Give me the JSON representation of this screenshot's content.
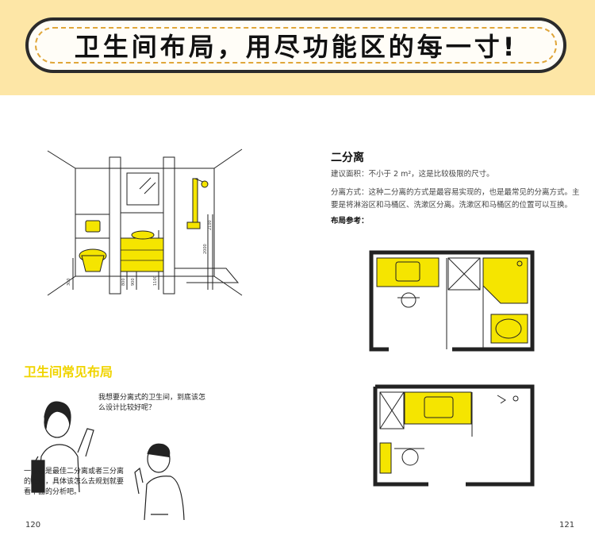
{
  "banner": {
    "title": "卫生间布局，用尽功能区的每一寸!"
  },
  "left": {
    "section_title": "卫生间常见布局",
    "speech1": "我想要分离式的卫生间，到底该怎么设计比较好呢？",
    "speech2": "一般都是最佳二分离或者三分离的布局，具体该怎么去规划就要看下面的分析吧。",
    "elevation_labels": [
      "300",
      "800",
      "1100",
      "900",
      "2000",
      "2100"
    ],
    "page_number": "120"
  },
  "right": {
    "heading": "二分离",
    "area_text": "建议面积：不小于 2 m²，这是比较极限的尺寸。",
    "method_text": "分离方式：这种二分离的方式是最容易实现的，也是最常见的分离方式。主要是将淋浴区和马桶区、洗漱区分离。洗漱区和马桶区的位置可以互换。",
    "reference_label": "布局参考：",
    "page_number": "121"
  },
  "colors": {
    "accent": "#f5e500",
    "banner_bg": "#fde6a6",
    "line": "#222222"
  }
}
